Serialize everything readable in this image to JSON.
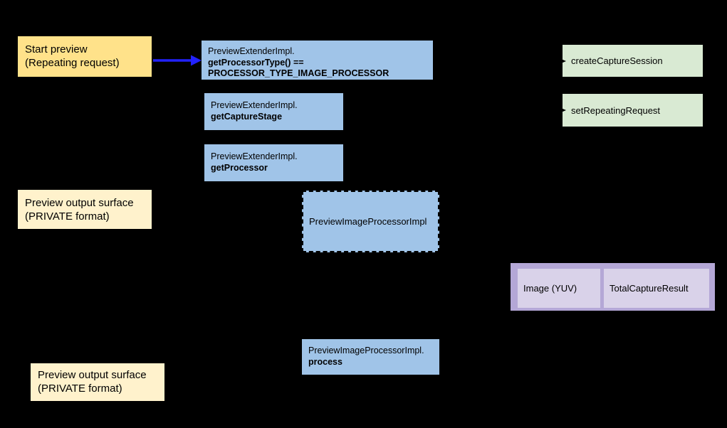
{
  "canvas": {
    "background": "#000000"
  },
  "colors": {
    "gold": "#FFE28A",
    "cream": "#FFF2CC",
    "blue": "#A0C4E8",
    "green": "#D9EAD3",
    "purple_outer": "#B4A7D6",
    "purple_inner": "#D9D2E9",
    "arrow_blue": "#2222FF",
    "notch_black": "#000000",
    "text": "#000000"
  },
  "nodes": {
    "start_preview": {
      "line1": "Start preview",
      "line2": "(Repeating request)"
    },
    "get_processor_type": {
      "line1": "PreviewExtenderImpl.",
      "line2": "getProcessorType() ==",
      "line3": "PROCESSOR_TYPE_IMAGE_PROCESSOR"
    },
    "get_capture_stage": {
      "line1": "PreviewExtenderImpl.",
      "line2": "getCaptureStage"
    },
    "get_processor": {
      "line1": "PreviewExtenderImpl.",
      "line2": "getProcessor"
    },
    "preview_output_surface_1": {
      "line1": "Preview output surface",
      "line2": "(PRIVATE format)"
    },
    "preview_image_processor": {
      "label": "PreviewImageProcessorImpl"
    },
    "create_capture_session": {
      "label": "createCaptureSession"
    },
    "set_repeating_request": {
      "label": "setRepeatingRequest"
    },
    "image_yuv": {
      "label": "Image (YUV)"
    },
    "total_capture_result": {
      "label": "TotalCaptureResult"
    },
    "process": {
      "line1": "PreviewImageProcessorImpl.",
      "line2": "process"
    },
    "preview_output_surface_2": {
      "line1": "Preview output surface",
      "line2": "(PRIVATE format)"
    }
  }
}
